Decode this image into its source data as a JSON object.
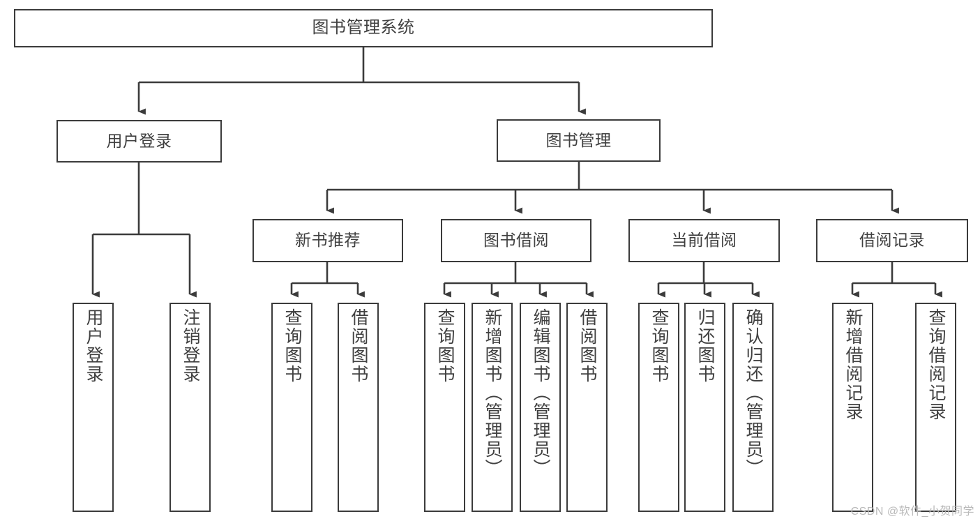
{
  "diagram": {
    "title": "图书管理系统",
    "watermark": "CSDN @软件_小贺同学",
    "stroke_color": "#3b3b3b",
    "text_color": "#404040",
    "background": "#ffffff"
  },
  "nodes": {
    "root": {
      "label": "图书管理系统"
    },
    "level2": [
      {
        "id": "user-login",
        "label": "用户登录"
      },
      {
        "id": "book-manage",
        "label": "图书管理"
      }
    ],
    "level3": [
      {
        "id": "new-book-recommend",
        "label": "新书推荐"
      },
      {
        "id": "book-borrow",
        "label": "图书借阅"
      },
      {
        "id": "current-borrow",
        "label": "当前借阅"
      },
      {
        "id": "borrow-record",
        "label": "借阅记录"
      }
    ],
    "leaves": {
      "user_login": [
        {
          "id": "leaf-user-login",
          "label": "用户登录"
        },
        {
          "id": "leaf-logout-login",
          "label": "注销登录"
        }
      ],
      "new_book_recommend": [
        {
          "id": "leaf-query-book-1",
          "label": "查询图书"
        },
        {
          "id": "leaf-borrow-book-1",
          "label": "借阅图书"
        }
      ],
      "book_borrow": [
        {
          "id": "leaf-query-book-2",
          "label": "查询图书"
        },
        {
          "id": "leaf-add-book-admin",
          "label": "新增图书（管理员）"
        },
        {
          "id": "leaf-edit-book-admin",
          "label": "编辑图书（管理员）"
        },
        {
          "id": "leaf-borrow-book-2",
          "label": "借阅图书"
        }
      ],
      "current_borrow": [
        {
          "id": "leaf-query-book-3",
          "label": "查询图书"
        },
        {
          "id": "leaf-return-book",
          "label": "归还图书"
        },
        {
          "id": "leaf-confirm-return-admin",
          "label": "确认归还（管理员）"
        }
      ],
      "borrow_record": [
        {
          "id": "leaf-add-borrow-record",
          "label": "新增借阅记录"
        },
        {
          "id": "leaf-query-borrow-record",
          "label": "查询借阅记录"
        }
      ]
    }
  }
}
